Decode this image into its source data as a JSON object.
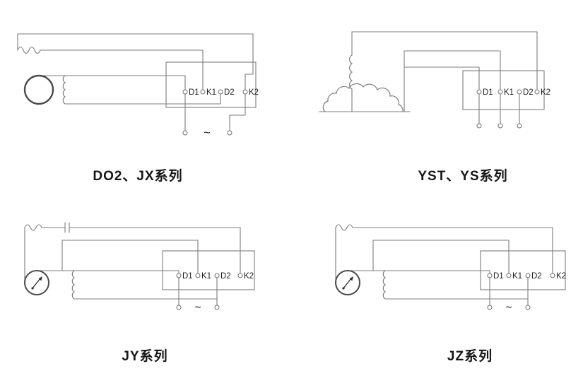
{
  "sheet": {
    "background": "#ffffff",
    "line_color": "#7c7c7c",
    "text_color": "#161616"
  },
  "diagrams": {
    "do2jx": {
      "title": "DO2、JX系列",
      "terminals": [
        "D1",
        "K1",
        "D2",
        "K2"
      ],
      "ac_symbol": "~"
    },
    "ystys": {
      "title": "YST、YS系列",
      "terminals": [
        "D1",
        "K1",
        "D2",
        "K2"
      ]
    },
    "jy": {
      "title": "JY系列",
      "terminals": [
        "D1",
        "K1",
        "D2",
        "K2"
      ],
      "ac_symbol": "~"
    },
    "jz": {
      "title": "JZ系列",
      "terminals": [
        "D1",
        "K1",
        "D2",
        "K2"
      ],
      "ac_symbol": "~"
    }
  }
}
